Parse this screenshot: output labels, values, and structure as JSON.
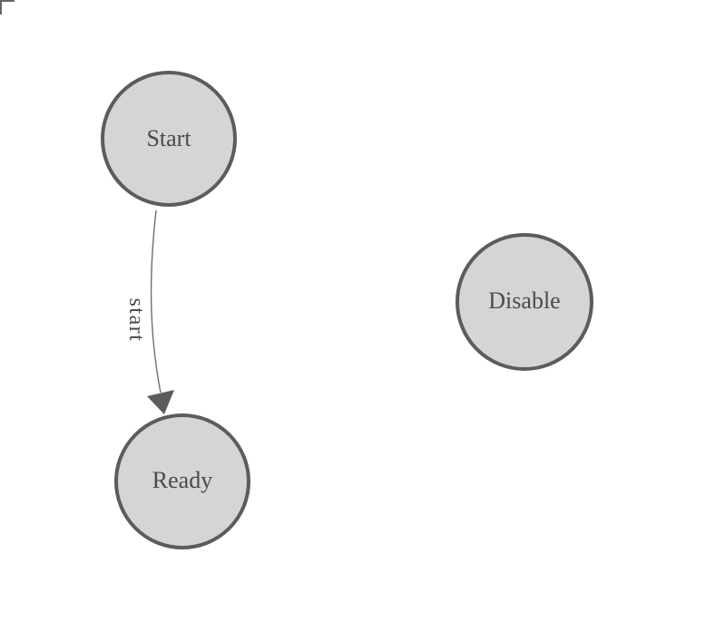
{
  "diagram": {
    "type": "state-graph",
    "nodes": [
      {
        "id": "start",
        "label": "Start"
      },
      {
        "id": "ready",
        "label": "Ready"
      },
      {
        "id": "disable",
        "label": "Disable"
      }
    ],
    "edges": [
      {
        "from": "Start",
        "to": "Ready",
        "label": "start"
      }
    ],
    "colors": {
      "background": "#ffffff",
      "node_fill": "#d5d5d5",
      "node_stroke": "#5c5c5c",
      "node_label": "#4b4b4b",
      "edge_line": "#6f6f6f",
      "edge_arrow": "#5c5c5c",
      "edge_label": "#4b4b4b",
      "corner_mark": "#666666"
    }
  }
}
